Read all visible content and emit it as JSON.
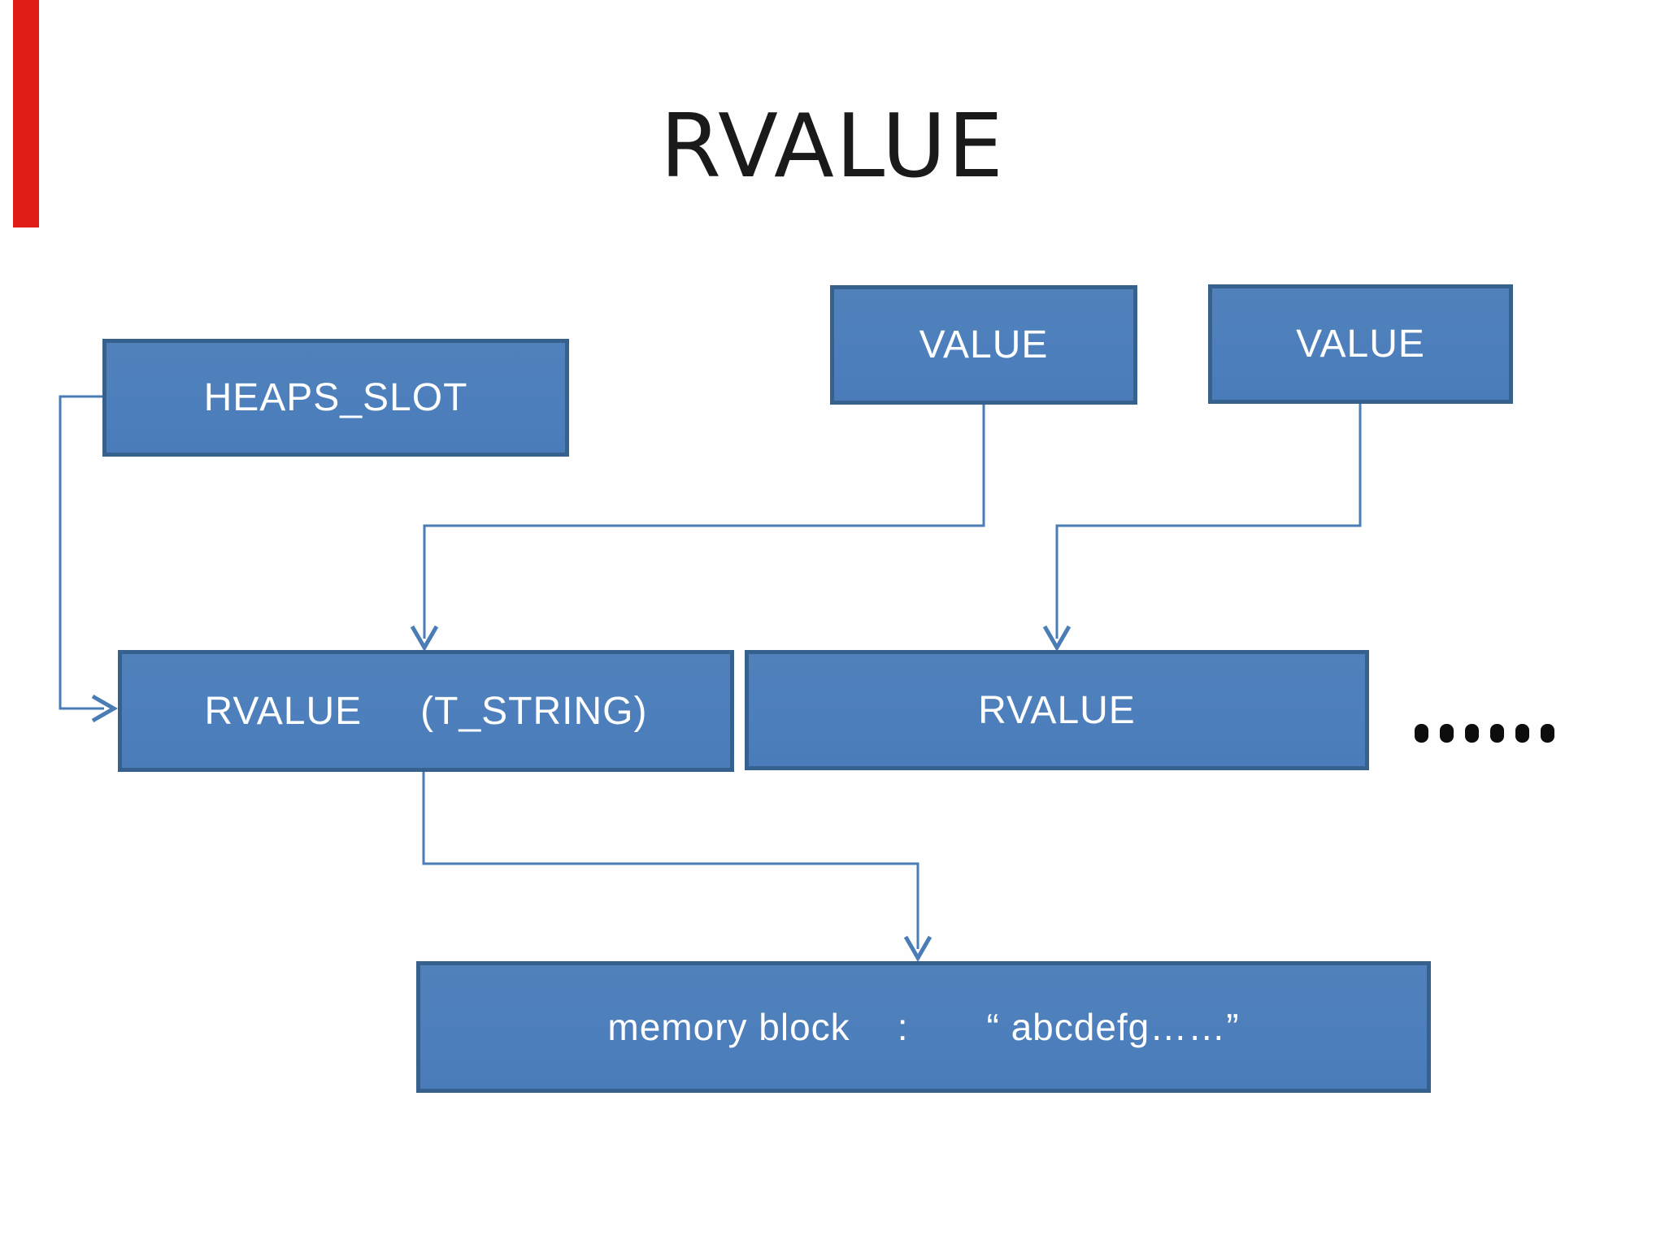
{
  "title": "RVALUE",
  "boxes": {
    "heaps_slot": {
      "label": "HEAPS_SLOT"
    },
    "value1": {
      "label": "VALUE"
    },
    "value2": {
      "label": "VALUE"
    },
    "rvalue_tstring": {
      "label": "RVALUE",
      "sublabel": "(T_STRING)"
    },
    "rvalue": {
      "label": "RVALUE"
    },
    "memory_block": {
      "label": "memory block",
      "separator": ":",
      "value": "“ abcdefg……”"
    }
  },
  "ellipsis": "......",
  "colors": {
    "box_fill": "#4d7fbc",
    "box_border": "#36618f",
    "connector": "#4a7cb5",
    "ribbon": "#e01e17",
    "title_text": "#1a1a1a",
    "box_text": "#ffffff"
  }
}
